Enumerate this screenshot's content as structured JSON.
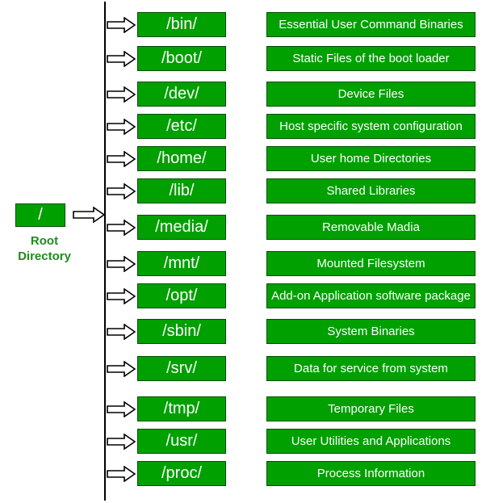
{
  "root": {
    "label": "/",
    "caption_line1": "Root",
    "caption_line2": "Directory"
  },
  "colors": {
    "box_fill": "#00a000",
    "box_border": "#004d00",
    "caption": "#1e8c1e",
    "trunk": "#000000"
  },
  "directories": [
    {
      "name": "/bin/",
      "description": "Essential User Command Binaries"
    },
    {
      "name": "/boot/",
      "description": "Static Files of the boot loader"
    },
    {
      "name": "/dev/",
      "description": "Device Files"
    },
    {
      "name": "/etc/",
      "description": "Host specific system configuration"
    },
    {
      "name": "/home/",
      "description": "User home Directories"
    },
    {
      "name": "/lib/",
      "description": "Shared Libraries"
    },
    {
      "name": "/media/",
      "description": "Removable Madia"
    },
    {
      "name": "/mnt/",
      "description": "Mounted Filesystem"
    },
    {
      "name": "/opt/",
      "description": "Add-on Application software package"
    },
    {
      "name": "/sbin/",
      "description": "System Binaries"
    },
    {
      "name": "/srv/",
      "description": "Data for service from system"
    },
    {
      "name": "/tmp/",
      "description": "Temporary Files"
    },
    {
      "name": "/usr/",
      "description": "User Utilities and Applications"
    },
    {
      "name": "/proc/",
      "description": "Process Information"
    }
  ]
}
